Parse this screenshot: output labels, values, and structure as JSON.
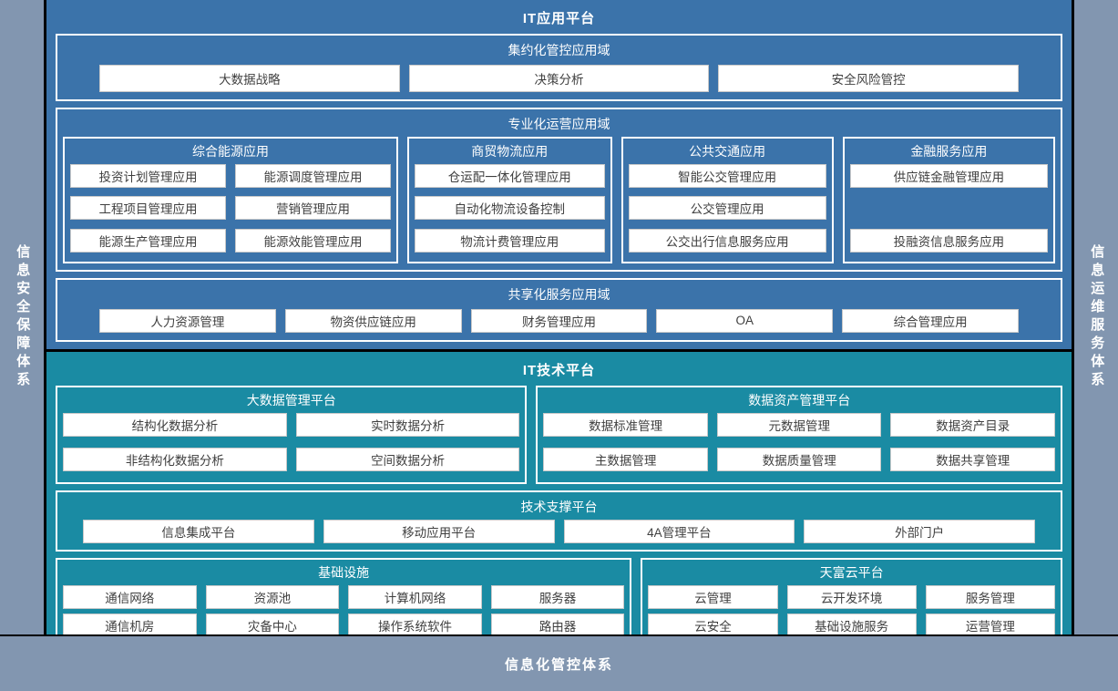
{
  "left_rail": {
    "label": "信息安全保障体系"
  },
  "right_rail": {
    "label": "信息运维服务体系"
  },
  "bottom_bar": {
    "label": "信息化管控体系"
  },
  "colors": {
    "app_platform_bg": "#3b73aa",
    "tech_platform_bg": "#1a8ba3",
    "rail_bg": "#8296b0",
    "chip_bg": "#ffffff",
    "chip_text": "#3f3f3f",
    "border": "#ffffff",
    "frame": "#000000"
  },
  "app_platform": {
    "title": "IT应用平台",
    "domains": [
      {
        "title": "集约化管控应用域",
        "layout": "row",
        "items": [
          "大数据战略",
          "决策分析",
          "安全风险管控"
        ]
      },
      {
        "title": "专业化运营应用域",
        "layout": "groups",
        "groups": [
          {
            "title": "综合能源应用",
            "columns": 2,
            "items": [
              "投资计划管理应用",
              "能源调度管理应用",
              "工程项目管理应用",
              "营销管理应用",
              "能源生产管理应用",
              "能源效能管理应用"
            ]
          },
          {
            "title": "商贸物流应用",
            "columns": 1,
            "items": [
              "仓运配一体化管理应用",
              "自动化物流设备控制",
              "物流计费管理应用"
            ]
          },
          {
            "title": "公共交通应用",
            "columns": 1,
            "items": [
              "智能公交管理应用",
              "公交管理应用",
              "公交出行信息服务应用"
            ]
          },
          {
            "title": "金融服务应用",
            "columns": 1,
            "items": [
              "供应链金融管理应用",
              "",
              "投融资信息服务应用"
            ]
          }
        ]
      },
      {
        "title": "共享化服务应用域",
        "layout": "row",
        "items": [
          "人力资源管理",
          "物资供应链应用",
          "财务管理应用",
          "OA",
          "综合管理应用"
        ]
      }
    ]
  },
  "tech_platform": {
    "title": "IT技术平台",
    "domains": [
      {
        "title": "",
        "layout": "groups",
        "groups": [
          {
            "title": "大数据管理平台",
            "columns": 2,
            "items": [
              "结构化数据分析",
              "实时数据分析",
              "非结构化数据分析",
              "空间数据分析"
            ]
          },
          {
            "title": "数据资产管理平台",
            "columns": 3,
            "items": [
              "数据标准管理",
              "元数据管理",
              "数据资产目录",
              "主数据管理",
              "数据质量管理",
              "数据共享管理"
            ]
          }
        ]
      },
      {
        "title": "技术支撑平台",
        "layout": "row",
        "items": [
          "信息集成平台",
          "移动应用平台",
          "4A管理平台",
          "外部门户"
        ]
      },
      {
        "title": "",
        "layout": "groups",
        "groups": [
          {
            "title": "基础设施",
            "columns": 4,
            "items": [
              "通信网络",
              "资源池",
              "计算机网络",
              "服务器",
              "通信机房",
              "灾备中心",
              "操作系统软件",
              "路由器"
            ]
          },
          {
            "title": "天富云平台",
            "columns": 3,
            "items": [
              "云管理",
              "云开发环境",
              "服务管理",
              "云安全",
              "基础设施服务",
              "运营管理"
            ]
          }
        ]
      }
    ]
  }
}
